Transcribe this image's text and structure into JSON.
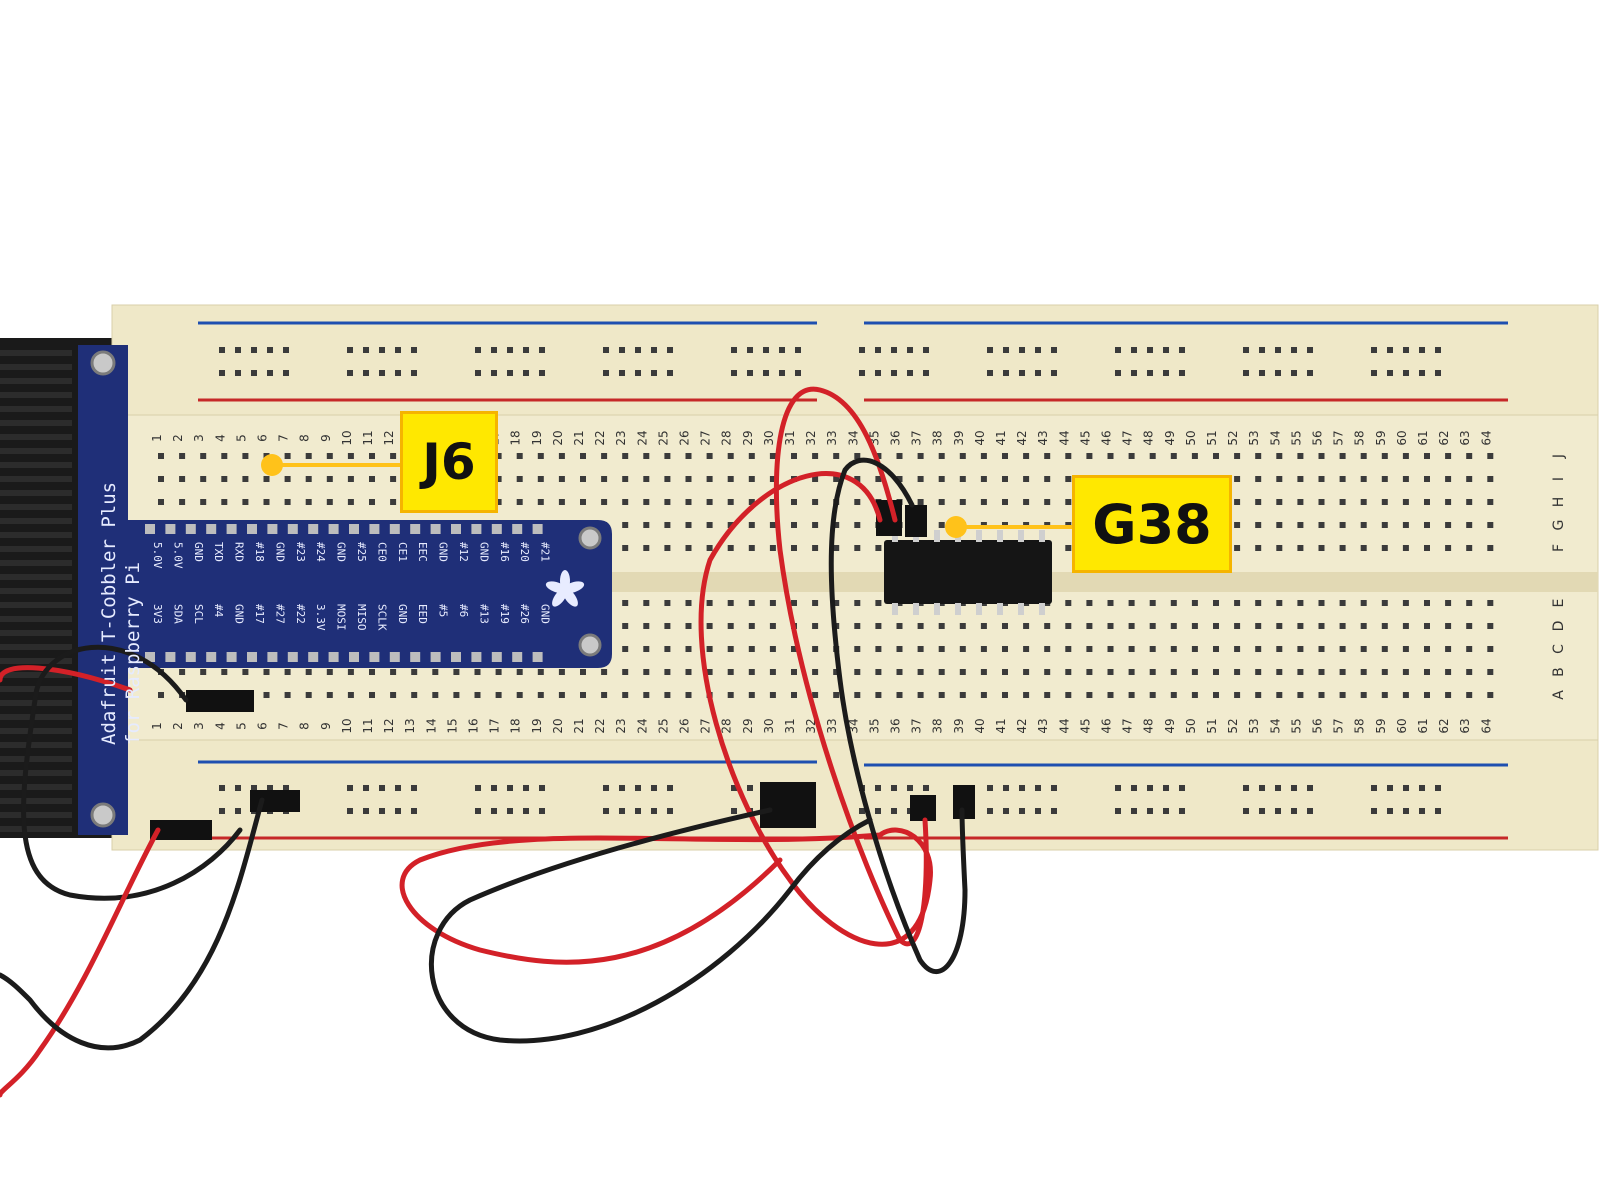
{
  "callouts": {
    "j6": "J6",
    "g38": "G38"
  },
  "breadboard": {
    "row_letters_top": [
      "J",
      "I",
      "H",
      "G",
      "F"
    ],
    "row_letters_bottom": [
      "E",
      "D",
      "C",
      "B",
      "A"
    ],
    "column_count": 64,
    "colors": {
      "board": "#efe8c8",
      "hole": "#3b3b3b",
      "rail_blue": "#1e4fb0",
      "rail_red": "#c62828"
    }
  },
  "cobbler": {
    "title": "Adafruit T-Cobbler Plus",
    "subtitle": "for Raspberry Pi",
    "pins_top": [
      "5.0V",
      "5.0V",
      "GND",
      "TXD",
      "RXD",
      "#18",
      "GND",
      "#23",
      "#24",
      "GND",
      "#25",
      "CE0",
      "CE1",
      "EEC",
      "GND",
      "#12",
      "GND",
      "#16",
      "#20",
      "#21"
    ],
    "pins_bottom": [
      "3V3",
      "SDA",
      "SCL",
      "#4",
      "GND",
      "#17",
      "#27",
      "#22",
      "3.3V",
      "MOSI",
      "MISO",
      "SCLK",
      "GND",
      "EED",
      "#5",
      "#6",
      "#13",
      "#19",
      "#26",
      "GND"
    ],
    "color": "#1f2f78"
  },
  "wire_colors": {
    "red": "#d32128",
    "black": "#1b1b1b"
  }
}
